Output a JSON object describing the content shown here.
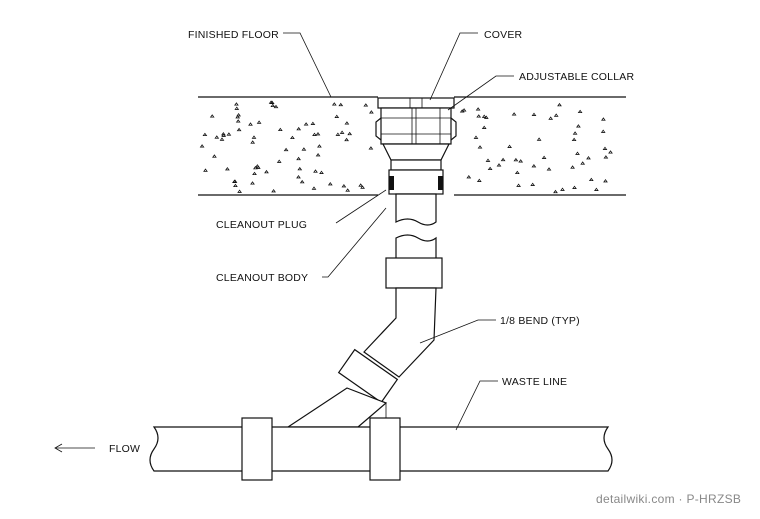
{
  "labels": {
    "finished_floor": "FINISHED FLOOR",
    "cover": "COVER",
    "adjustable_collar": "ADJUSTABLE COLLAR",
    "cleanout_plug": "CLEANOUT PLUG",
    "cleanout_body": "CLEANOUT BODY",
    "bend": "1/8 BEND (TYP)",
    "waste_line": "WASTE LINE",
    "flow": "FLOW"
  },
  "watermark": "detailwiki.com · P-HRZSB"
}
